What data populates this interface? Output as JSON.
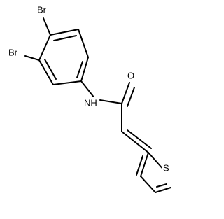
{
  "molecule": {
    "atoms": {
      "br_top": "Br",
      "br_left": "Br",
      "amide_nh": "NH",
      "carbonyl_o": "O",
      "thiophene_s": "S"
    }
  }
}
